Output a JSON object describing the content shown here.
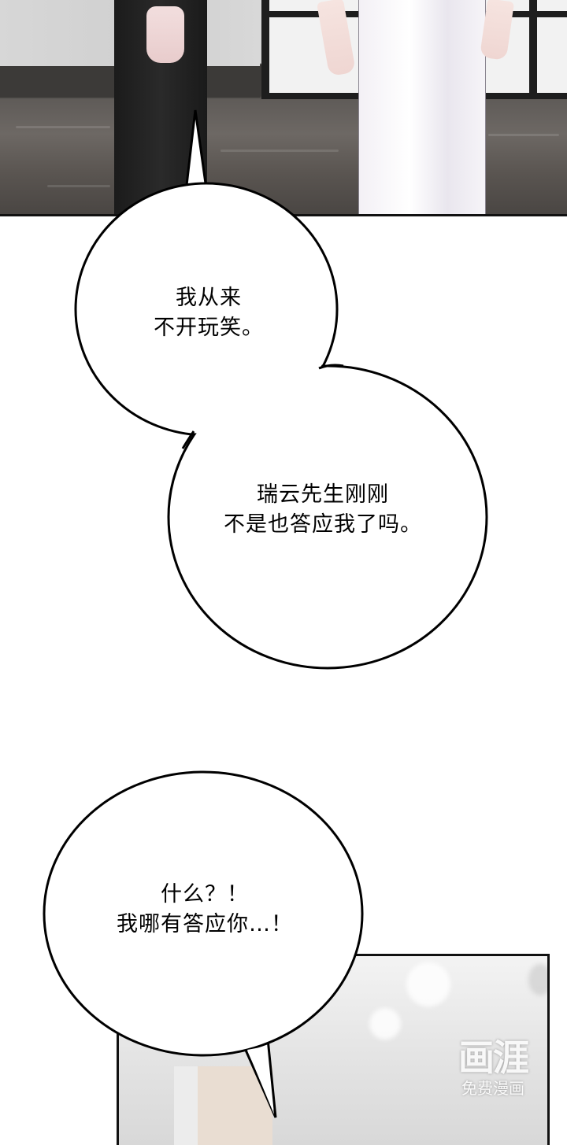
{
  "page": {
    "type": "webtoon-page",
    "background": "#ffffff",
    "panel_border_color": "#111111"
  },
  "panels": [
    {
      "id": "top-panel",
      "description": "Two men standing: one in a black suit, one in white trousers, on marble floor in front of a window"
    },
    {
      "id": "bottom-panel",
      "description": "Blurred light-grey interior background with bokeh"
    }
  ],
  "bubbles": [
    {
      "id": "bubble-1",
      "lines": [
        "我从来",
        "不开玩笑。"
      ]
    },
    {
      "id": "bubble-2",
      "lines": [
        "瑞云先生刚刚",
        "不是也答应我了吗。"
      ]
    },
    {
      "id": "bubble-3",
      "lines": [
        "什么？！",
        "我哪有答应你…！"
      ]
    }
  ],
  "watermark": {
    "logo": "画涯",
    "subtitle": "免费漫画"
  }
}
